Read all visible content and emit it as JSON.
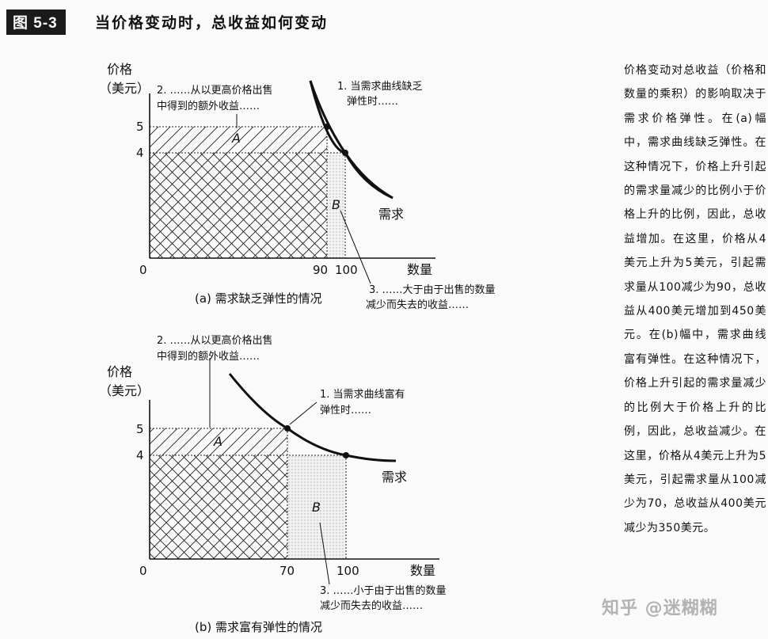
{
  "figure": {
    "badge": "图 5-3",
    "title": "当价格变动时，总收益如何变动"
  },
  "sidebar_text": "价格变动对总收益（价格和数量的乘积）的影响取决于需求价格弹性。在(a)幅中，需求曲线缺乏弹性。在这种情况下，价格上升引起的需求量减少的比例小于价格上升的比例，因此，总收益增加。在这里，价格从4美元上升为5美元，引起需求量从100减少为90，总收益从400美元增加到450美元。在(b)幅中，需求曲线富有弹性。在这种情况下，价格上升引起的需求量减少的比例大于价格上升的比例，因此，总收益减少。在这里，价格从4美元上升为5美元，引起需求量从100减少为70，总收益从400美元减少为350美元。",
  "watermark": "知乎 @迷糊糊",
  "chart_data": [
    {
      "type": "line",
      "panel_label": "(a)  需求缺乏弹性的情况",
      "ylabel_line1": "价格",
      "ylabel_line2": "（美元）",
      "xlabel": "数量",
      "origin_label": "0",
      "x_ticks": [
        "90",
        "100"
      ],
      "y_ticks": [
        "5",
        "4"
      ],
      "curve_label": "需求",
      "region_a_label": "A",
      "region_b_label": "B",
      "note1_line1": "1. 当需求曲线缺乏",
      "note1_line2": "弹性时……",
      "note2_line1": "2. ……从以更高价格出售",
      "note2_line2": "中得到的额外收益……",
      "note3_line1": "3. ……大于由于出售的数量",
      "note3_line2": "减少而失去的收益……",
      "points": [
        {
          "x": 90,
          "y": 5
        },
        {
          "x": 100,
          "y": 4
        }
      ]
    },
    {
      "type": "line",
      "panel_label": "(b)  需求富有弹性的情况",
      "ylabel_line1": "价格",
      "ylabel_line2": "（美元）",
      "xlabel": "数量",
      "origin_label": "0",
      "x_ticks": [
        "70",
        "100"
      ],
      "y_ticks": [
        "5",
        "4"
      ],
      "curve_label": "需求",
      "region_a_label": "A",
      "region_b_label": "B",
      "note1_line1": "1. 当需求曲线富有",
      "note1_line2": "弹性时……",
      "note2_line1": "2. ……从以更高价格出售",
      "note2_line2": "中得到的额外收益……",
      "note3_line1": "3. ……小于由于出售的数量",
      "note3_line2": "减少而失去的收益……",
      "points": [
        {
          "x": 70,
          "y": 5
        },
        {
          "x": 100,
          "y": 4
        }
      ]
    }
  ]
}
